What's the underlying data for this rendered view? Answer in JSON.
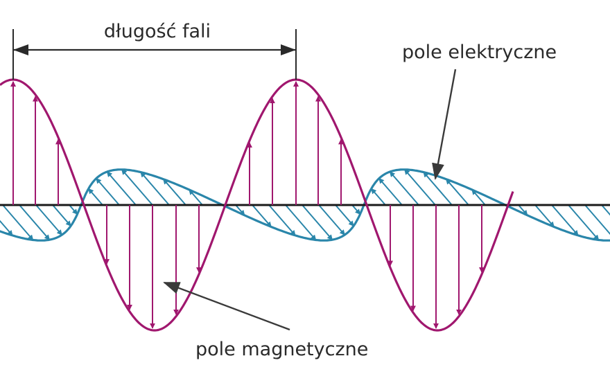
{
  "labels": {
    "wavelength": "długość fali",
    "electric_field": "pole elektryczne",
    "magnetic_field": "pole magnetyczne"
  },
  "colors": {
    "magenta_wave": "#a0176e",
    "blue_wave": "#2a86aa",
    "axis": "#1a1a1a",
    "annotation": "#3a3a3a"
  }
}
